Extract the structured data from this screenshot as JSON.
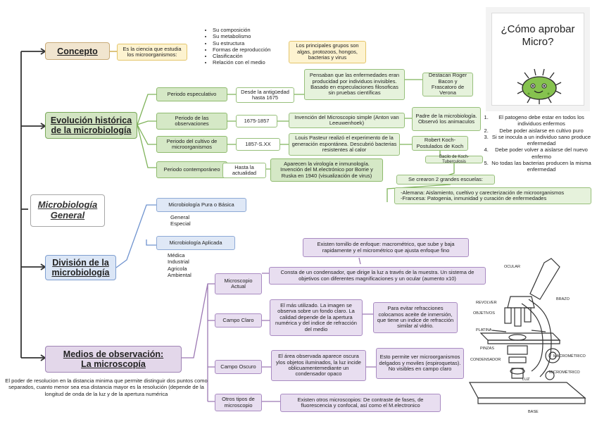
{
  "root": {
    "line1": "Microbiología",
    "line2": "General"
  },
  "concepto": {
    "title": "Concepto",
    "definition": "Es la ciencia que estudia los microorganismos:",
    "items": [
      "Su composición",
      "Su metabolismo",
      "Su estructura",
      "Formas de reproducción",
      "Clasificación",
      "Relación con el medio"
    ],
    "groups": "Los principales grupos son algas, protozoos, hongos, bacterias y virus"
  },
  "evolucion": {
    "title_line1": "Evolución histórica",
    "title_line2": "de la microbiología",
    "p1": {
      "name": "Periodo especulativo",
      "date": "Desde la antigüedad hasta 1675",
      "desc": "Pensaban que las enfermedades eran producidad por individuos invisibles. Basado en especulaciones filosoficas sin pruebas científicas",
      "note": "Destacan Roger Bacon y Frascatoro de Verona"
    },
    "p2": {
      "name": "Periodo de las observaciones",
      "date": "1675-1857",
      "desc": "Invención del Microscopio simple (Anton van Leeuwenhoek)",
      "note": "Padre de la microbiología. Observó los animaculos"
    },
    "p3": {
      "name": "Periodo del cultivo de microorganismos",
      "date": "1857-S.XX",
      "desc": "Louis Pasteur realizó el experimento de la generación espontánea. Descubrió bacterias resistentes al calor",
      "note": "Robert Koch-Postulados de Koch",
      "bacilo": "Bacilo de Koch-Tuberculosis"
    },
    "p4": {
      "name": "Periodo contemporáneo",
      "date": "Hasta la actualidad",
      "desc": "Aparecen la virología e inmunología. Invención del M.electrónico por Borrie y Ruska en 1940 (visualización de virus)"
    },
    "postulados": [
      "El patogeno debe estar en todos los individuos enfermos",
      "Debe poder aislarse en cultivo puro",
      "Si se inocula a un individuo sano produce enfermedad",
      "Debe poder volver a aislarse del nuevo enfermo",
      "No todas las bacterias producen la misma enfermedad"
    ],
    "escuelas": "Se crearon 2 grandes escuelas:",
    "alemana": "-Alemana: Aislamiento, cueltivo y carecterización de microorganismos",
    "francesa": "-Francesa: Patogenia, inmunidad y curación de enfermedades"
  },
  "division": {
    "title_line1": "División de la",
    "title_line2": "microbiología",
    "pura": "Microbiología Pura o Básica",
    "pura_items": [
      "General",
      "Especial"
    ],
    "aplicada": "Microbiología Aplicada",
    "aplicada_items": [
      "Médica",
      "Industrial",
      "Agricola",
      "Ambiental"
    ]
  },
  "medios": {
    "title_line1": "Medios de observación:",
    "title_line2": "La microscopía",
    "resolucion": "El poder de resolucion en la distancia minima que permite distinguir dos puntos como separados, cuanto menor sea esa distancia mayor es la resolución (depende de la longitud de onda de la luz y de la apertura numérica",
    "actual": {
      "name": "Microscopio Actual",
      "desc": "Consta de un condensador, que dirige la luz a través de la muestra. Un sistema de objetivos con diferentes magnificaciones y un ocular (aumento x10)",
      "tornillo": "Existen tornillo de enfoque: macrométrico, que sube y baja rapidamente y el micrométrico que ajusta enfoque fino"
    },
    "claro": {
      "name": "Campo Claro",
      "desc": "El más utilizado. La imagen se observa sobre un fondo claro. La calidad depende de la apertura numérica y del indice de refracción del medio",
      "note": "Para evitar refracciones colocamos aceite de inmersión, que tiene un indice de refracción similar al vidrio."
    },
    "oscuro": {
      "name": "Campo Oscuro",
      "desc": "El área observada aparece oscura ylos objetos iluminados, la luz incide oblicuamentemediante un condensador opaco",
      "note": "Esto permite ver microorganismos delgados y moviles (espiroquetas). No visibles en campo claro"
    },
    "otros": {
      "name": "Otros tipos de microscopio",
      "desc": "Existen otros microscopios: De contraste de fases, de fluorescencia y confocal, así como el M.electronico"
    }
  },
  "poster": {
    "line1": "¿Cómo aprobar",
    "line2": "Micro?"
  },
  "microscope_labels": [
    "OCULAR",
    "BRAZO",
    "REVOLVER",
    "OBJETIVOS",
    "PLATINA",
    "PINZAS",
    "CONDENSADOR",
    "LUZ",
    "MACROMÉTRICO",
    "MICROMÉTRICO",
    "BASE"
  ]
}
